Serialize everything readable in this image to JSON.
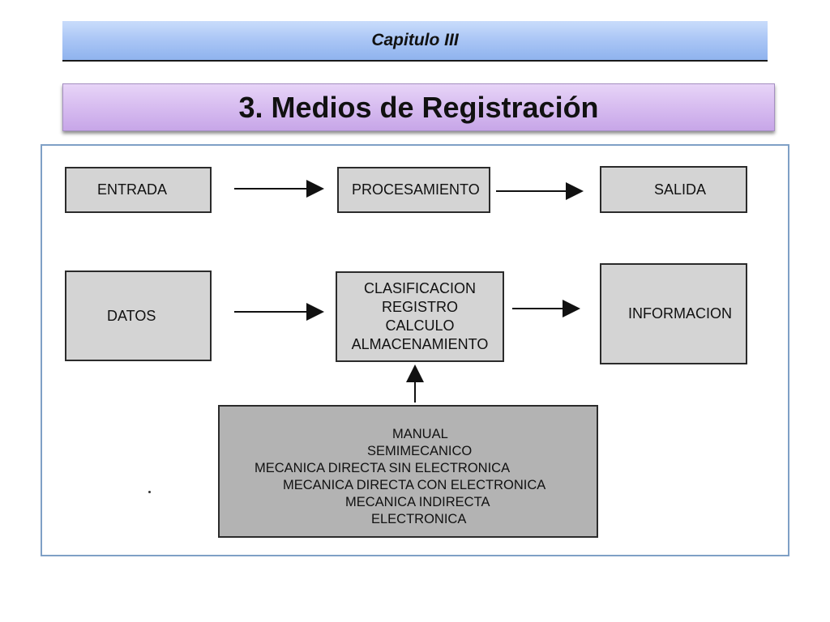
{
  "header": {
    "chapter": "Capitulo III",
    "title": "3. Medios de Registración"
  },
  "diagram": {
    "row1": {
      "entrada": "ENTRADA",
      "procesamiento": "PROCESAMIENTO",
      "salida": "SALIDA"
    },
    "row2": {
      "datos": "DATOS",
      "process_lines": [
        "CLASIFICACION",
        "REGISTRO",
        "CALCULO",
        "ALMACENAMIENTO"
      ],
      "informacion": "INFORMACION"
    },
    "methods": [
      "MANUAL",
      "SEMIMECANICO",
      "MECANICA DIRECTA SIN ELECTRONICA",
      "MECANICA DIRECTA CON ELECTRONICA",
      "MECANICA INDIRECTA",
      "ELECTRONICA"
    ]
  },
  "colors": {
    "chapter_banner": "#a9c5f5",
    "title_banner": "#d7bcf0",
    "box_fill": "#d4d4d4",
    "methods_fill": "#b3b3b3",
    "frame_border": "#7fa0c6"
  }
}
